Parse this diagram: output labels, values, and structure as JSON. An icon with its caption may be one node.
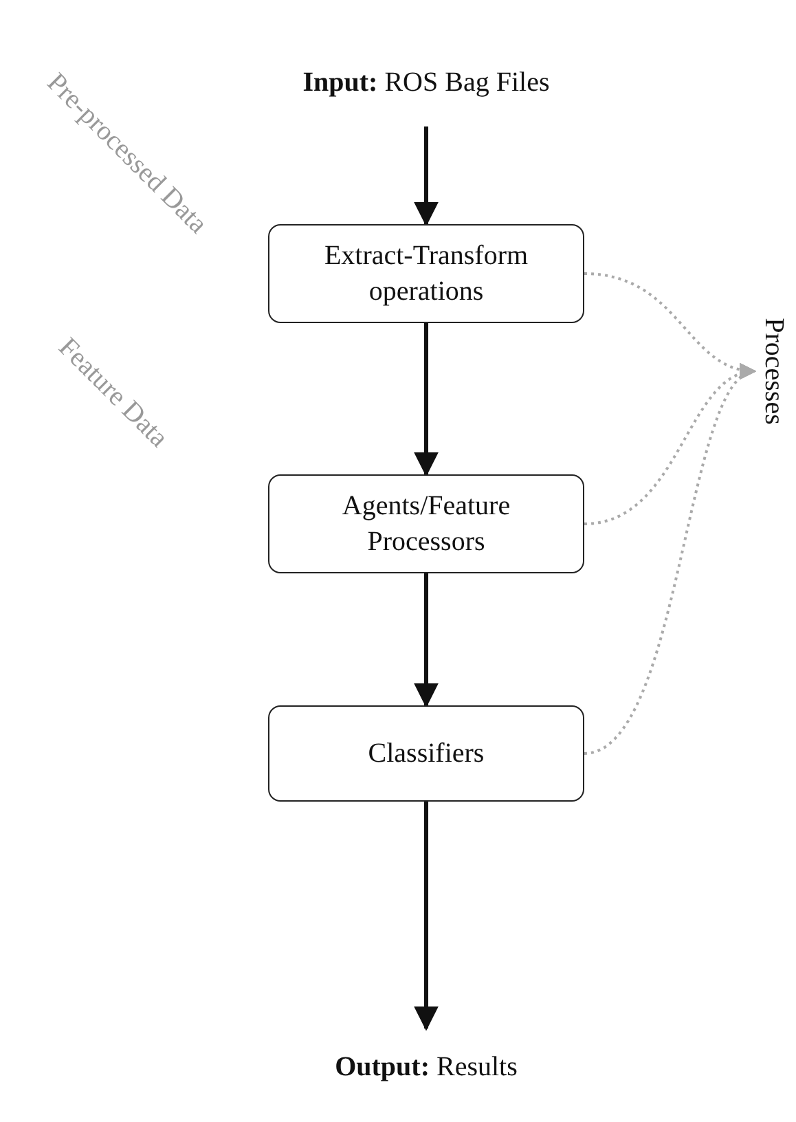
{
  "diagram": {
    "nodes": [
      {
        "text": [
          "Input:",
          "ROS Bag Files"
        ]
      },
      {
        "text": [
          "Extract-Transform operations"
        ]
      },
      {
        "text": [
          "Agents/Feature Processors"
        ]
      },
      {
        "text": [
          "Classifiers"
        ]
      },
      {
        "text": [
          "Output:",
          "Results"
        ]
      },
      {
        "text": [
          "Processes"
        ]
      }
    ],
    "edges": [
      {
        "from": 0,
        "to": 1,
        "arrow": "to"
      },
      {
        "from": 1,
        "to": 2,
        "arrow": "to"
      },
      {
        "from": 2,
        "to": 3,
        "arrow": "to"
      },
      {
        "from": 3,
        "to": 4,
        "arrow": "to"
      },
      {
        "from": 1,
        "to": 5,
        "arrow": "to",
        "style": "dashed",
        "color": "#aaaaaa"
      },
      {
        "from": 2,
        "to": 5,
        "arrow": "to",
        "style": "dashed",
        "color": "#aaaaaa"
      },
      {
        "from": 3,
        "to": 5,
        "arrow": "to",
        "style": "dashed",
        "color": "#aaaaaa"
      }
    ],
    "labels": [
      "Pre-processed Data",
      "Feature Data"
    ]
  }
}
